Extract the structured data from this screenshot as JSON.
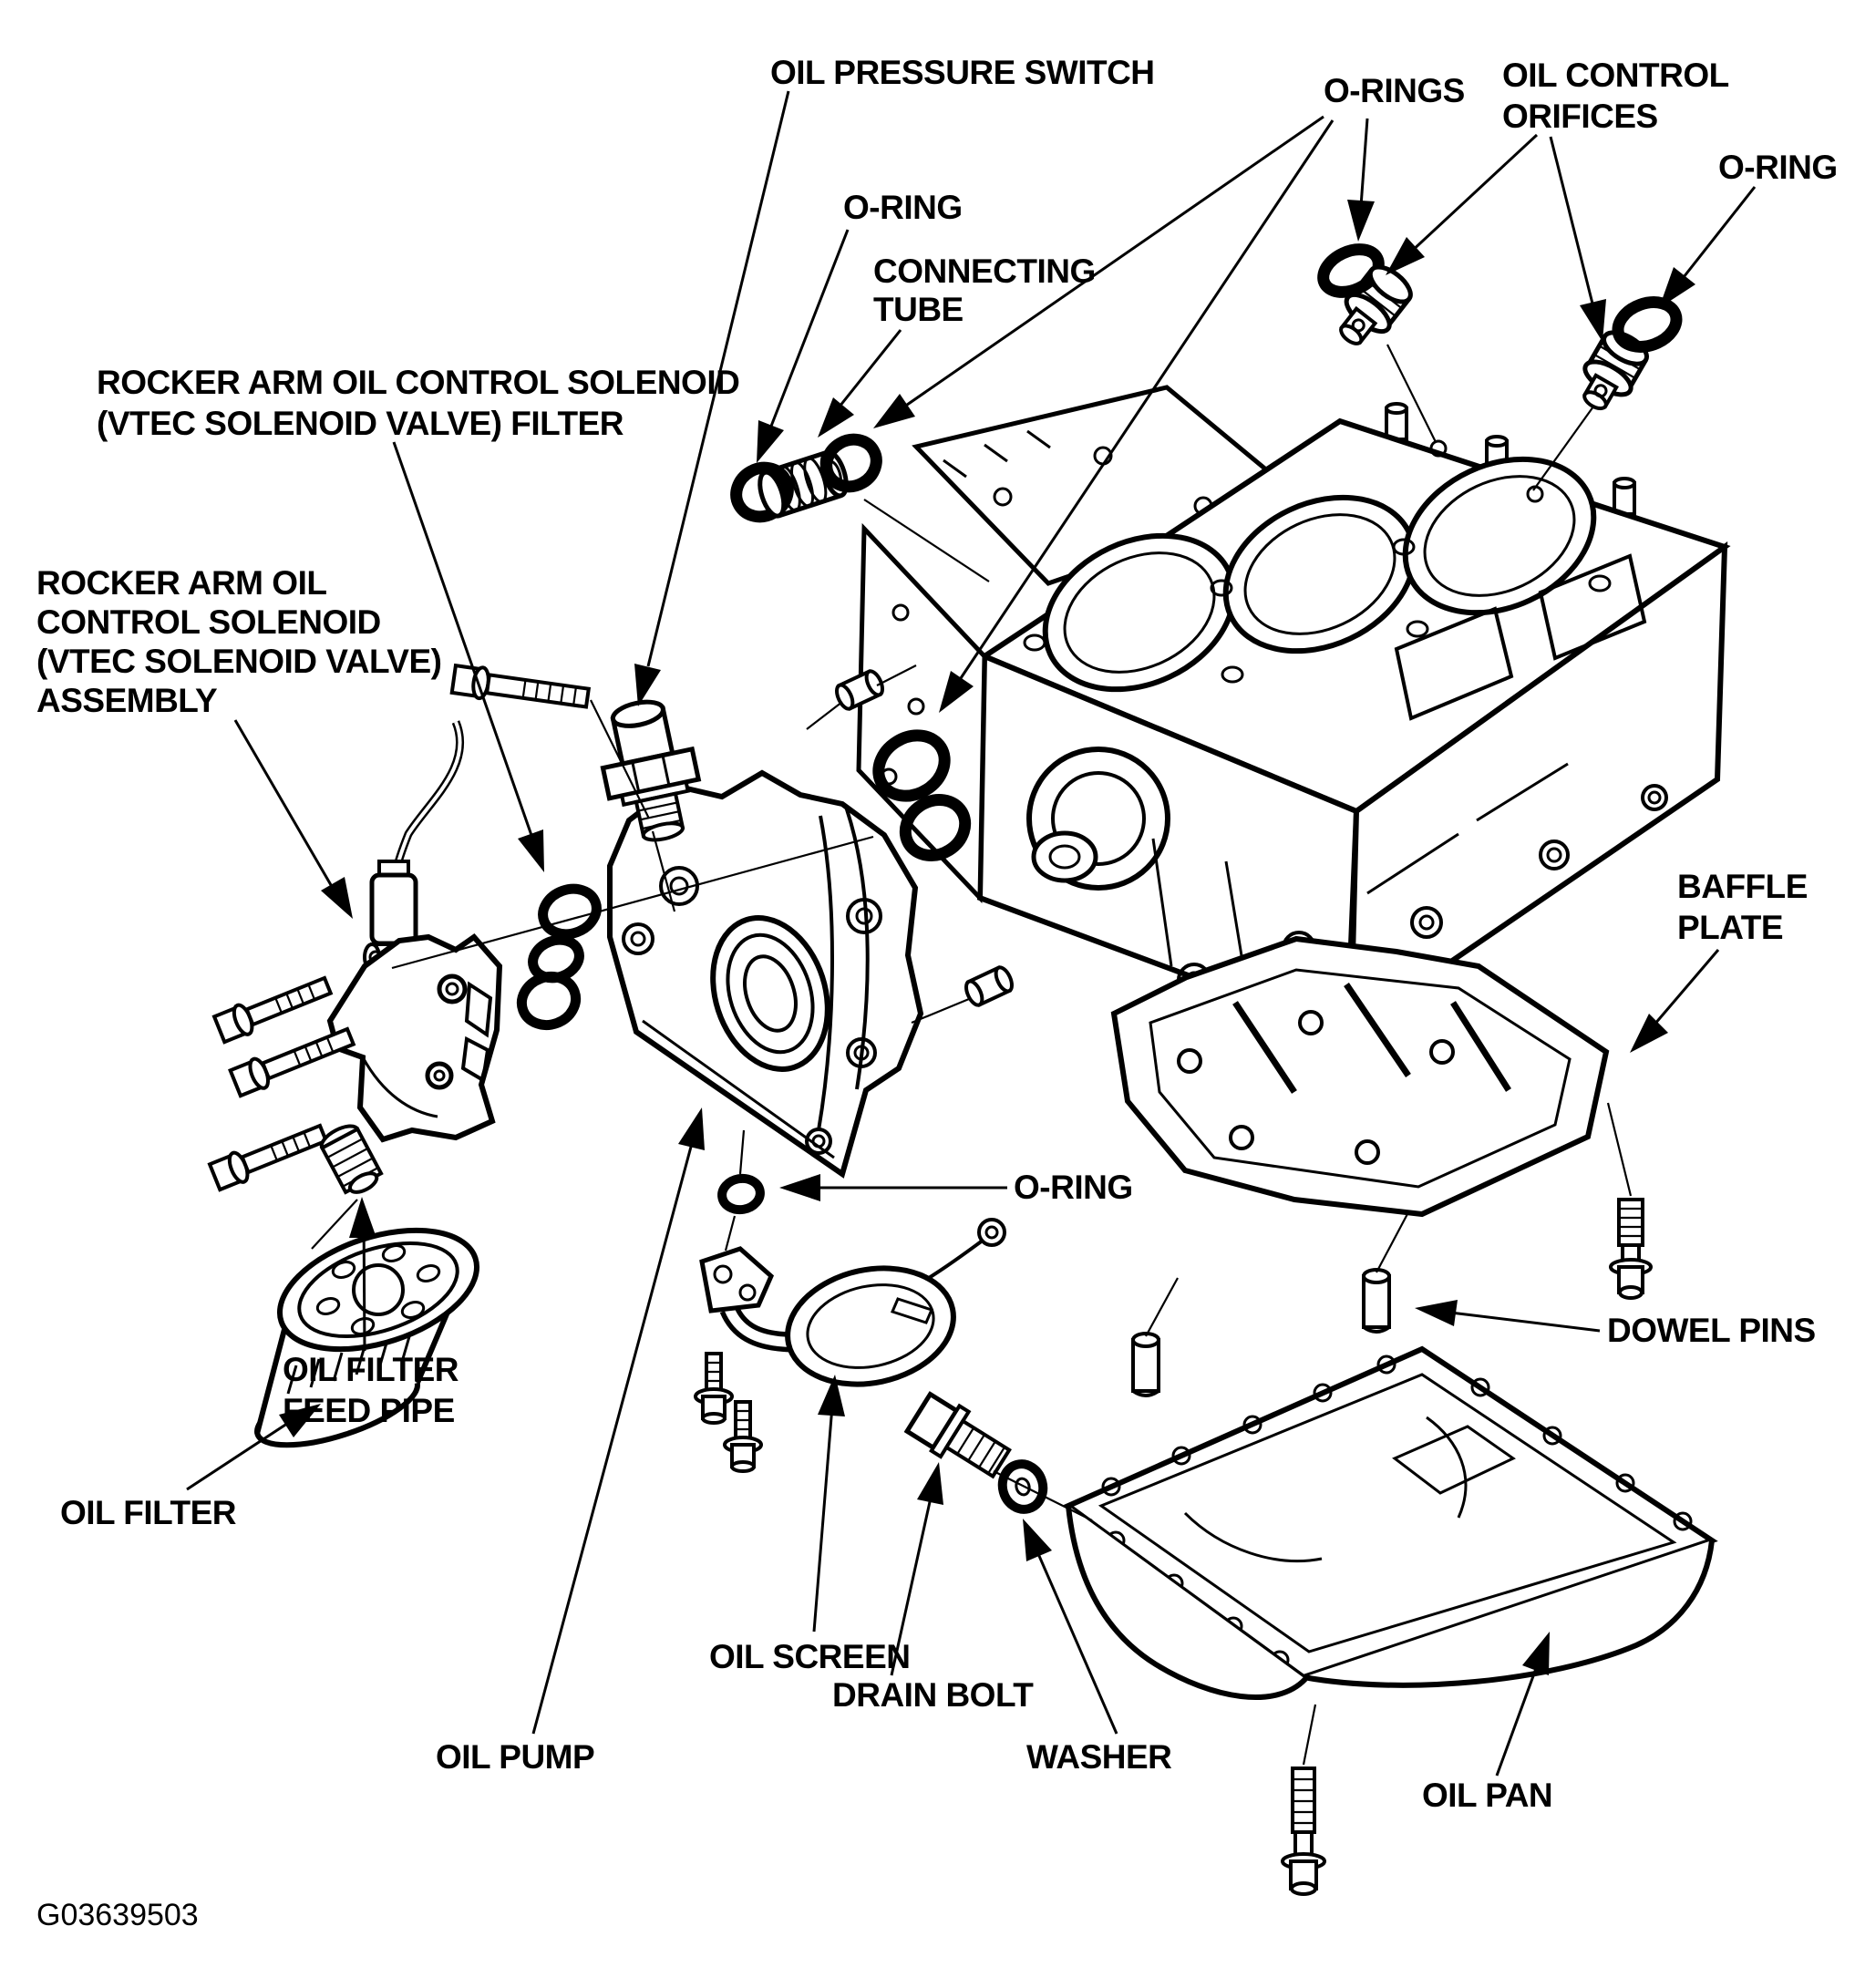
{
  "title": "Engine oil system exploded parts diagram",
  "figure_id": "G03639503",
  "colors": {
    "ink": "#000000",
    "paper": "#ffffff"
  },
  "labels": {
    "oil_pressure_switch": "OIL PRESSURE SWITCH",
    "o_rings": "O-RINGS",
    "oil_control_orifices": [
      "OIL CONTROL",
      "ORIFICES"
    ],
    "o_ring_top_right": "O-RING",
    "o_ring_connecting_tube": "O-RING",
    "connecting_tube": [
      "CONNECTING",
      "TUBE"
    ],
    "vtec_solenoid_filter": [
      "ROCKER ARM OIL CONTROL SOLENOID",
      "(VTEC SOLENOID VALVE) FILTER"
    ],
    "vtec_solenoid_assembly": [
      "ROCKER ARM OIL",
      "CONTROL SOLENOID",
      "(VTEC SOLENOID VALVE)",
      "ASSEMBLY"
    ],
    "baffle_plate": [
      "BAFFLE",
      "PLATE"
    ],
    "o_ring_oil_pump": "O-RING",
    "dowel_pins": "DOWEL PINS",
    "oil_filter_feed_pipe": [
      "OIL FILTER",
      "FEED PIPE"
    ],
    "oil_filter": "OIL FILTER",
    "oil_screen": "OIL SCREEN",
    "drain_bolt": "DRAIN BOLT",
    "oil_pump": "OIL PUMP",
    "washer": "WASHER",
    "oil_pan": "OIL PAN"
  }
}
